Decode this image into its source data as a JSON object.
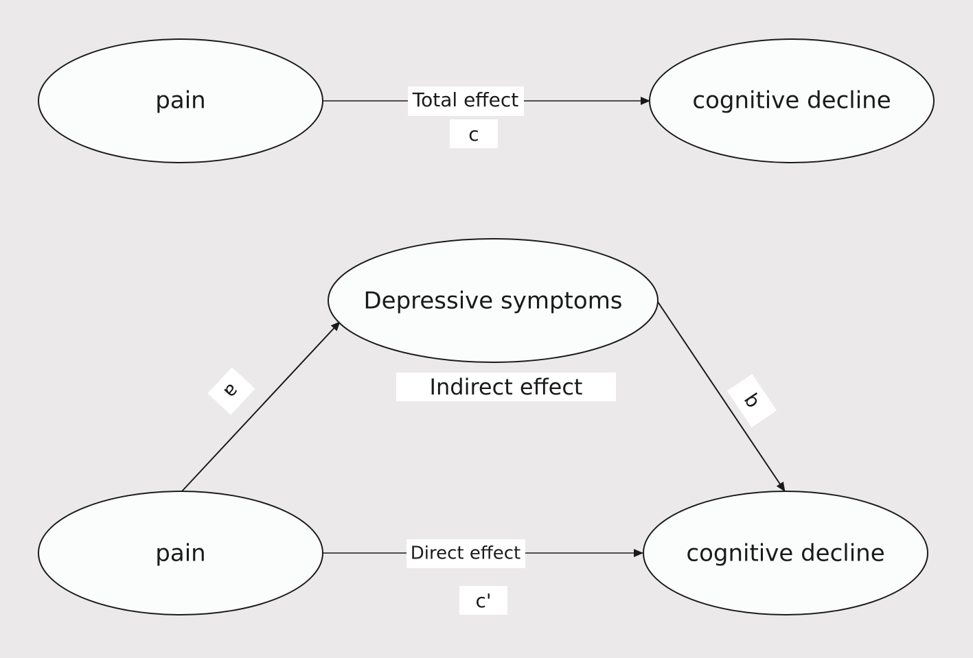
{
  "colors": {
    "background": "#ece9ea",
    "node_fill": "#fbfcfc",
    "stroke": "#1a1a1a",
    "label_box": "#ffffff"
  },
  "total_model": {
    "source": "pain",
    "target": "cognitive decline",
    "edge_label": "Total effect",
    "path_label": "c"
  },
  "mediation_model": {
    "predictor": "pain",
    "mediator": "Depressive symptoms",
    "outcome": "cognitive decline",
    "path_a_label": "a",
    "path_b_label": "b",
    "indirect_label": "Indirect effect",
    "direct_label": "Direct effect",
    "direct_path_label": "c'"
  }
}
